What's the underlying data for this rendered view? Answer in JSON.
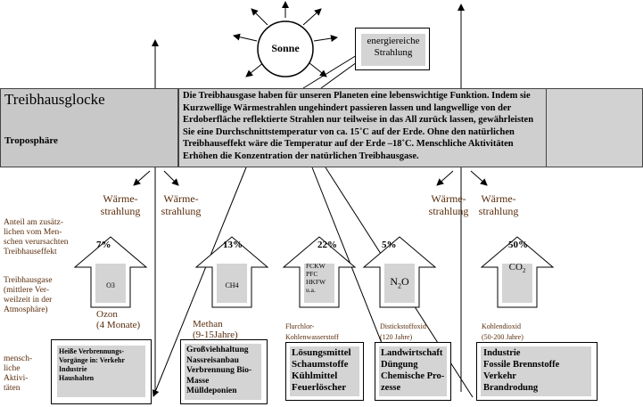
{
  "sun": {
    "label": "Sonne"
  },
  "energy_box": {
    "line1": "energiereiche",
    "line2": "Strahlung"
  },
  "band": {
    "title": "Treibhausglocke",
    "subtitle": "Troposphäre",
    "text": "Die Treibhausgase haben für unseren Planeten eine lebenswichtige Funktion. Indem sie Kurzwellige Wärmestrahlen ungehindert passieren lassen und langwellige von der Erdoberfläche reflektierte Strahlen nur teilweise in das All zurück lassen, gewährleisten Sie eine Durchschnittstemperatur von ca. 15˚C auf der Erde. Ohne den natürlichen Treibhauseffekt wäre die Temperatur auf der Erde –18˚C. Menschliche Aktivitäten Erhöhen die Konzentration der natürlichen Treibhausgase."
  },
  "heat_labels": [
    {
      "line1": "Wärme-",
      "line2": "strahlung"
    },
    {
      "line1": "Wärme-",
      "line2": "strahlung"
    },
    {
      "line1": "Wärme-",
      "line2": "strahlung"
    },
    {
      "line1": "Wärme-",
      "line2": "strahlung"
    }
  ],
  "left_labels": {
    "share": [
      "Anteil am zusätz-",
      "lichen vom Men-",
      "schen verursachten",
      "Treibhauseffekt"
    ],
    "gases": [
      "Treibhausgase",
      "(mittlere Ver-",
      "weilzeit in der",
      "Atmosphäre)"
    ],
    "activities": [
      "mensch-",
      "liche",
      "Aktivi-",
      "täten"
    ]
  },
  "gases": [
    {
      "percent": "7%",
      "formula": "O3",
      "name_line1": "Ozon",
      "name_line2": "(4 Monate)",
      "activities": [
        "Heiße Verbrennungs-",
        "Vorgänge in: Verkehr",
        "Industrie",
        "Haushalten"
      ]
    },
    {
      "percent": "13%",
      "formula": "CH4",
      "name_line1": "Methan",
      "name_line2": "(9-15Jahre)",
      "activities": [
        "Großviehhaltung",
        "Nassreisanbau",
        "Verbrennung Bio-",
        "Masse",
        "Mülldeponien"
      ]
    },
    {
      "percent": "22%",
      "formula_lines": [
        "FCKW",
        "PFC",
        "HKFW",
        "u.a."
      ],
      "name_line1": "Flurchlor-",
      "name_line2": "Kohlenwasserstoff",
      "activities": [
        "Lösungsmittel",
        "Schaumstoffe",
        "Kühlmittel",
        "Feuerlöscher"
      ]
    },
    {
      "percent": "5%",
      "formula": "N",
      "formula_sub": "2",
      "formula_tail": "O",
      "name_line1": "Distickstoffoxid",
      "name_line2": "(120 Jahre)",
      "activities": [
        "Landwirtschaft",
        "Düngung",
        "Chemische Pro-",
        "zesse"
      ]
    },
    {
      "percent": "50%",
      "formula": "CO",
      "formula_sub": "2",
      "name_line1": "Kohlendioxid",
      "name_line2": "(50-200 Jahre)",
      "activities": [
        "Industrie",
        "Fossile Brennstoffe",
        "Verkehr",
        "Brandrodung"
      ]
    }
  ]
}
